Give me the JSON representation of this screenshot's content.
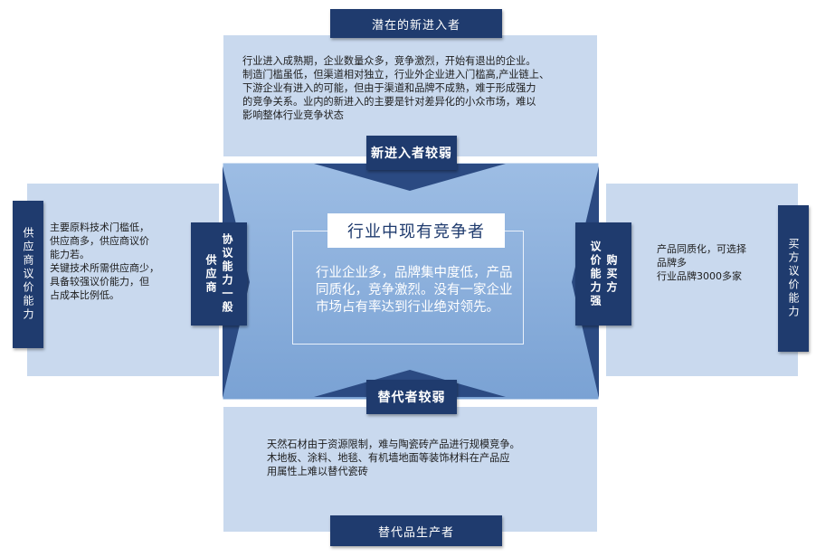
{
  "top": {
    "tab": "潜在的新进入者",
    "text": "行业进入成熟期，企业数量众多，竞争激烈，开始有退出的企业。\n制造门槛虽低，但渠道相对独立，行业外企业进入门槛高,产业链上、\n下游企业有进入的可能，但由于渠道和品牌不成熟，难于形成强力\n的竞争关系。业内的新进入的主要是针对差异化的小众市场，难以\n影响整体行业竞争状态",
    "arrow_label": "新进入者较弱"
  },
  "left": {
    "tab": "供应商议价能力",
    "text": "主要原料技术门槛低，\n供应商多，供应商议价\n能力若。\n关键技术所需供应商少，\n具备较强议价能力，但\n占成本比例低。",
    "arrow_label_col1": "供应商",
    "arrow_label_col2": "协议能力一般"
  },
  "right": {
    "tab": "买方议价能力",
    "text": "产品同质化，可选择\n品牌多\n行业品牌3000多家",
    "arrow_label_col1": "议价能力强",
    "arrow_label_col2": "购买方"
  },
  "bottom": {
    "tab": "替代品生产者",
    "text": "天然石材由于资源限制，难与陶瓷砖产品进行规模竞争。\n木地板、涂料、地毯、有机墙地面等装饰材料在产品应\n用属性上难以替代瓷砖",
    "arrow_label": "替代者较弱"
  },
  "center": {
    "title": "行业中现有竞争者",
    "text": "行业企业多，品牌集中度低，产品同质化，竞争激烈。没有一家企业市场占有率达到行业绝对领先。"
  },
  "colors": {
    "panel": "#c9d9ee",
    "navy": "#1f3b6e",
    "center_fill": "#8cb0dd",
    "arrow_fill": "#2b4a82"
  }
}
